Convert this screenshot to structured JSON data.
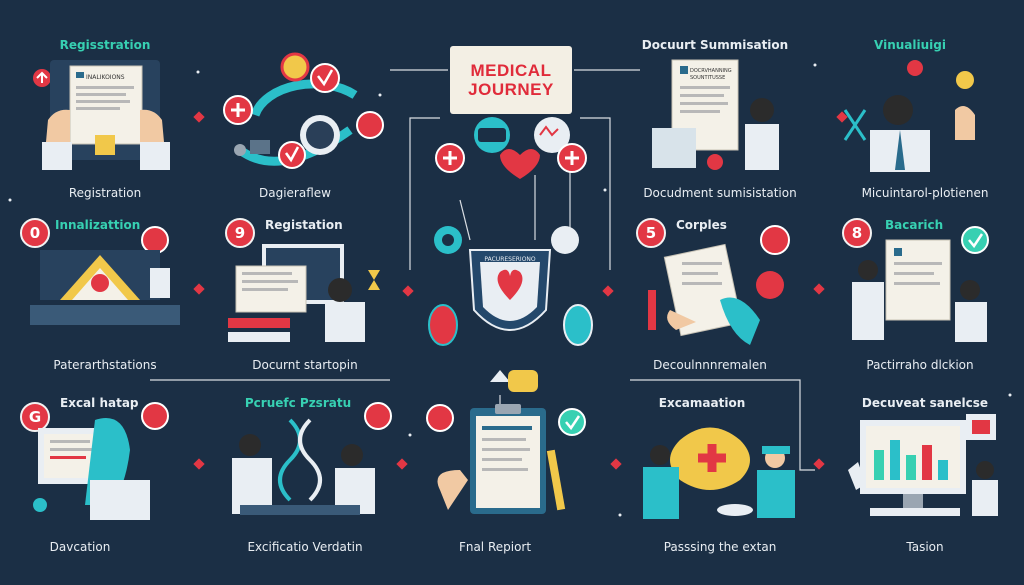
{
  "title": {
    "line1": "MEDICAL",
    "line2": "JOURNEY"
  },
  "colors": {
    "background": "#1b2f45",
    "accent_red": "#e23744",
    "accent_teal": "#37d0b2",
    "light": "#e9eef3"
  },
  "row1": {
    "reg_top": "Regisstration",
    "reg_bottom": "Registration",
    "diag_bottom": "Dagieraflew",
    "doc_top": "Docuurt Summisation",
    "doc_bottom": "Docudment sumisistation",
    "vis_top": "Vinualiuigi",
    "vis_bottom": "Micuintarol-plotienen"
  },
  "row2": {
    "left_badge": "0",
    "left_top": "Innalizattion",
    "left_bottom": "Paterarthstations",
    "reg_badge": "9",
    "reg_top": "Registation",
    "reg_bottom": "Docurnt startopin",
    "comp_badge": "5",
    "comp_top": "Corples",
    "comp_bottom": "Decoulnnnremalen",
    "bac_badge": "8",
    "bac_top": "Bacarich",
    "bac_bottom": "Pactirraho dlckion"
  },
  "row3": {
    "excal_badge": "G",
    "excal_top": "Excal hatap",
    "excal_bottom": "Davcation",
    "perv_top": "Pcruefc Pzsratu",
    "perv_bottom": "Excificatio Verdatin",
    "final_bottom": "Fnal Repiort",
    "exam_top": "Excamaation",
    "exam_bottom": "Passsing the extan",
    "dev_top": "Decuveat sanelcse",
    "dev_bottom": "Tasion"
  },
  "shield_text": "PACURESERIONO"
}
